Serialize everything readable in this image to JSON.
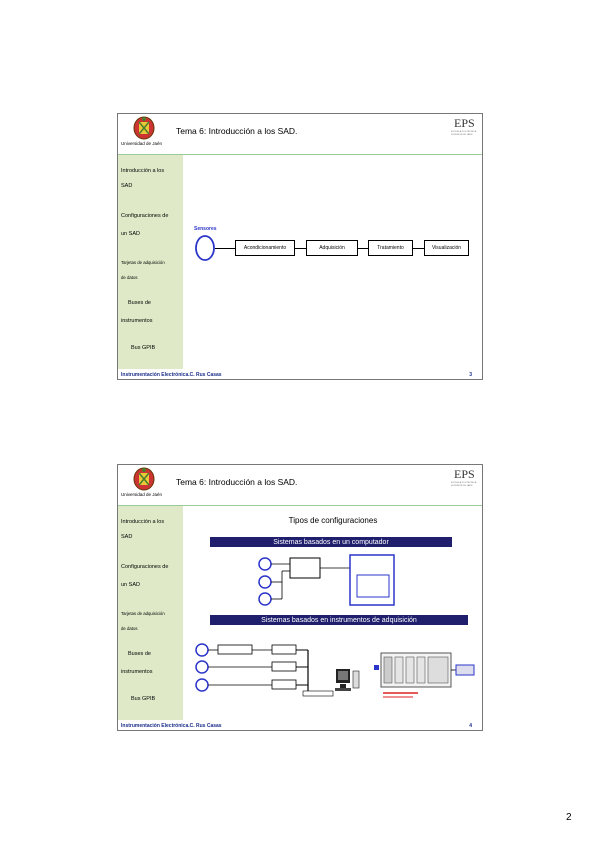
{
  "slide1": {
    "university": "Universidad de Jaén",
    "title": "Tema 6: Introducción a los SAD.",
    "eps": "EPS",
    "eps_sub": "ESCUELA POLITÉCNICA SUPERIOR DE JAÉN",
    "sidebar": [
      "Introducción a los",
      "SAD",
      "Configuraciones de",
      "un SAD",
      "Tarjetas de adquisición",
      "de datos",
      "Buses de",
      "instrumentos",
      "Bus GPIB"
    ],
    "footer": "Instrumentación Electrónica.C. Rus Casas",
    "page": "3",
    "diagram": {
      "sensors_label": "Sensores",
      "blocks": [
        "Acondicionamiento",
        "Adquisición",
        "Tratamiento",
        "Visualización"
      ]
    }
  },
  "slide2": {
    "university": "Universidad de Jaén",
    "title": "Tema 6: Introducción a los SAD.",
    "eps": "EPS",
    "eps_sub": "ESCUELA POLITÉCNICA SUPERIOR DE JAÉN",
    "sidebar": [
      "Introducción a los",
      "SAD",
      "Configuraciones de",
      "un SAD",
      "Tarjetas de adquisición",
      "de datos",
      "Buses de",
      "instrumentos",
      "Bus GPIB"
    ],
    "footer": "Instrumentación Electrónica.C. Rus Casas",
    "page": "4",
    "heading": "Tipos de configuraciones",
    "bar1": "Sistemas basados en un computador",
    "bar2": "Sistemas basados en instrumentos de adquisición"
  },
  "page_number": "2",
  "colors": {
    "sidebar": "#dfe9c7",
    "bar": "#1f1f6e",
    "footer": "#1a2d8a",
    "sensor": "#2b35c9"
  }
}
